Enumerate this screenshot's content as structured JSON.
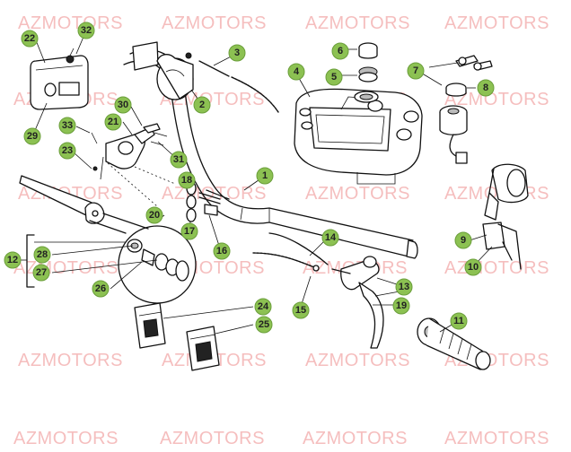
{
  "watermark": {
    "text": "AZMOTORS",
    "color": "#f2a9a9"
  },
  "colors": {
    "callout_fill": "#8cc152",
    "line": "#111111"
  },
  "callouts": [
    {
      "id": "1",
      "label": "1"
    },
    {
      "id": "2",
      "label": "2"
    },
    {
      "id": "3",
      "label": "3"
    },
    {
      "id": "4",
      "label": "4"
    },
    {
      "id": "5",
      "label": "5"
    },
    {
      "id": "6",
      "label": "6"
    },
    {
      "id": "7",
      "label": "7"
    },
    {
      "id": "8",
      "label": "8"
    },
    {
      "id": "9",
      "label": "9"
    },
    {
      "id": "10",
      "label": "10"
    },
    {
      "id": "11",
      "label": "11"
    },
    {
      "id": "12",
      "label": "12"
    },
    {
      "id": "13",
      "label": "13"
    },
    {
      "id": "14",
      "label": "14"
    },
    {
      "id": "15",
      "label": "15"
    },
    {
      "id": "16",
      "label": "16"
    },
    {
      "id": "17",
      "label": "17"
    },
    {
      "id": "18",
      "label": "18"
    },
    {
      "id": "19",
      "label": "19"
    },
    {
      "id": "20",
      "label": "20"
    },
    {
      "id": "21",
      "label": "21"
    },
    {
      "id": "22",
      "label": "22"
    },
    {
      "id": "23",
      "label": "23"
    },
    {
      "id": "24",
      "label": "24"
    },
    {
      "id": "25",
      "label": "25"
    },
    {
      "id": "26",
      "label": "26"
    },
    {
      "id": "27",
      "label": "27"
    },
    {
      "id": "28",
      "label": "28"
    },
    {
      "id": "29",
      "label": "29"
    },
    {
      "id": "30",
      "label": "30"
    },
    {
      "id": "31",
      "label": "31"
    },
    {
      "id": "32",
      "label": "32"
    },
    {
      "id": "33",
      "label": "33"
    }
  ]
}
